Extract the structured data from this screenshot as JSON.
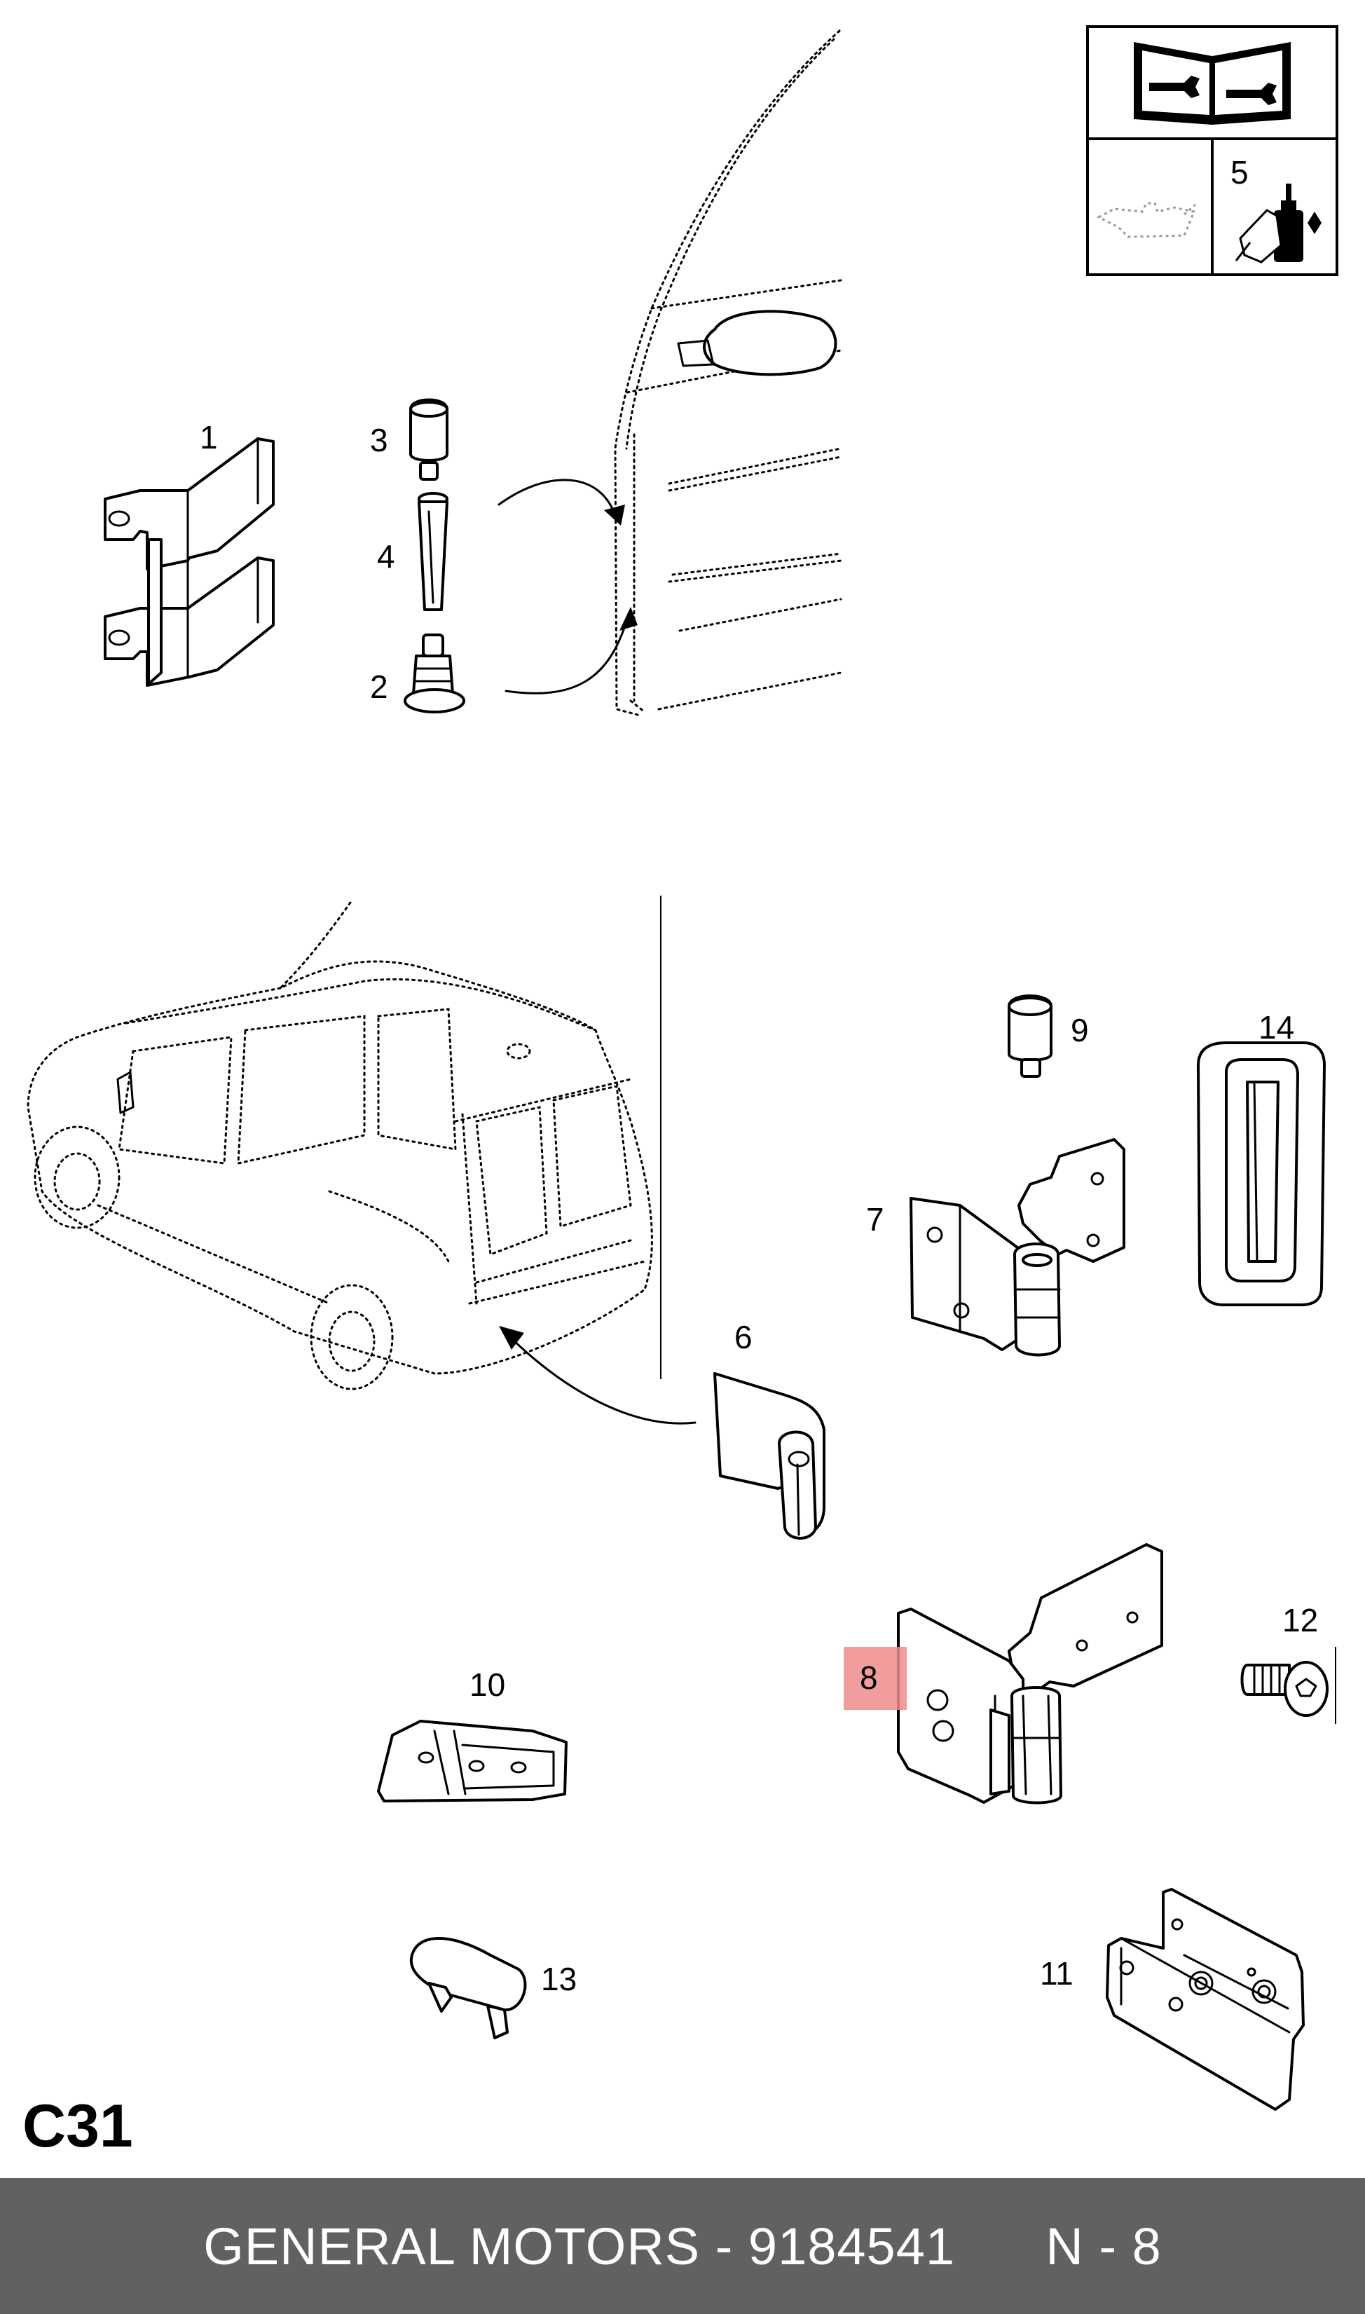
{
  "callouts": {
    "c1": "1",
    "c2": "2",
    "c3": "3",
    "c4": "4",
    "c5": "5",
    "c6": "6",
    "c7": "7",
    "c8": "8",
    "c9": "9",
    "c10": "10",
    "c11": "11",
    "c12": "12",
    "c13": "13",
    "c14": "14"
  },
  "highlight_color": "#f08c8c",
  "section_code": "C31",
  "footer": {
    "brand_part": "GENERAL MOTORS - 9184541",
    "page_ref": "N - 8",
    "background": "#616161"
  },
  "icons": {
    "manual": "service-manual-wrench-icon",
    "lubricant": "oil-can-icon",
    "adhesive": "adhesive-bottle-icon"
  }
}
